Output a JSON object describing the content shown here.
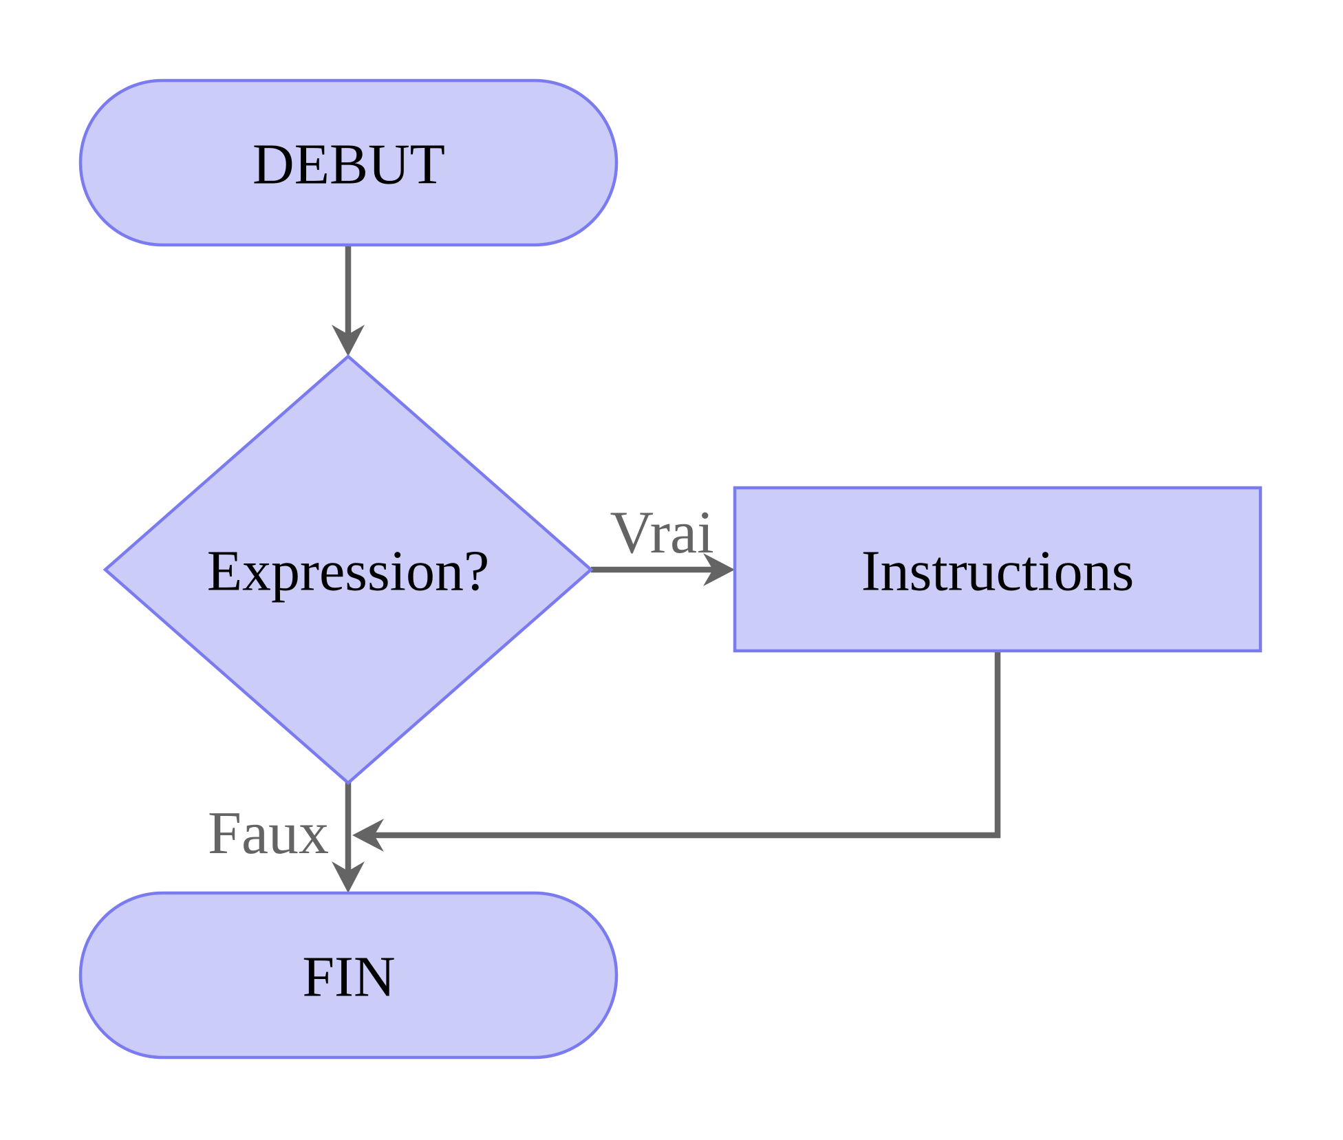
{
  "diagram": {
    "type": "flowchart",
    "nodes": {
      "start": {
        "label": "DEBUT",
        "shape": "terminator"
      },
      "decision": {
        "label": "Expression?",
        "shape": "decision"
      },
      "process": {
        "label": "Instructions",
        "shape": "process"
      },
      "end": {
        "label": "FIN",
        "shape": "terminator"
      }
    },
    "edge_labels": {
      "true_branch": "Vrai",
      "false_branch": "Faux"
    }
  },
  "colors": {
    "background": "#ffffff",
    "node_fill": "#ccccf8",
    "node_border": "#7b7bf0",
    "arrow": "#646464",
    "node_text": "#000000",
    "edge_label": "#646464"
  }
}
